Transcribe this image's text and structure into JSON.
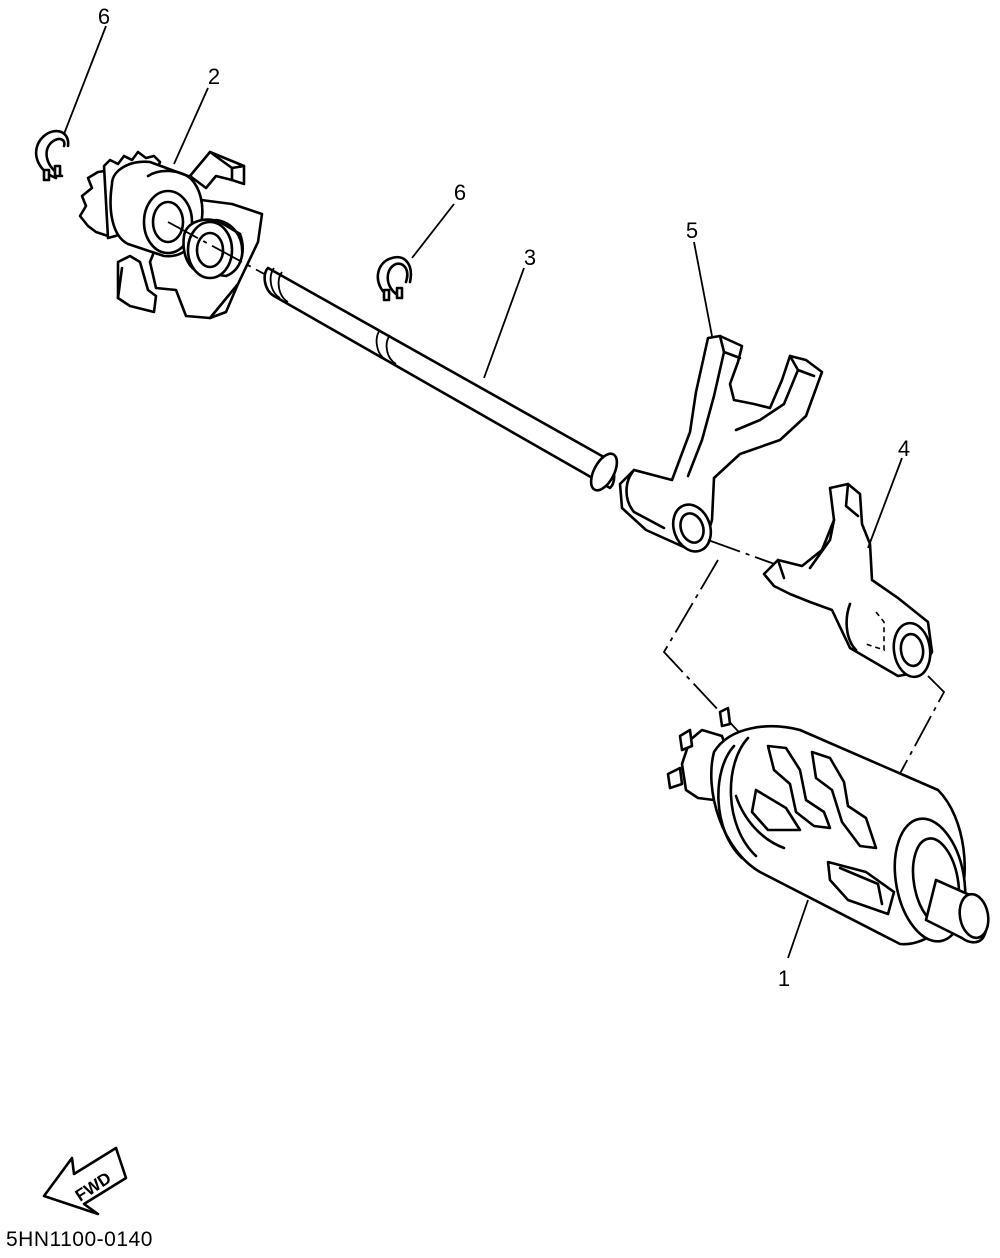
{
  "diagram": {
    "code": "5HN1100-0140",
    "fwd_label": "FWD",
    "callouts": [
      {
        "id": "c1",
        "label": "1"
      },
      {
        "id": "c2",
        "label": "2"
      },
      {
        "id": "c3",
        "label": "3"
      },
      {
        "id": "c4",
        "label": "4"
      },
      {
        "id": "c5",
        "label": "5"
      },
      {
        "id": "c6a",
        "label": "6"
      },
      {
        "id": "c6b",
        "label": "6"
      }
    ]
  }
}
